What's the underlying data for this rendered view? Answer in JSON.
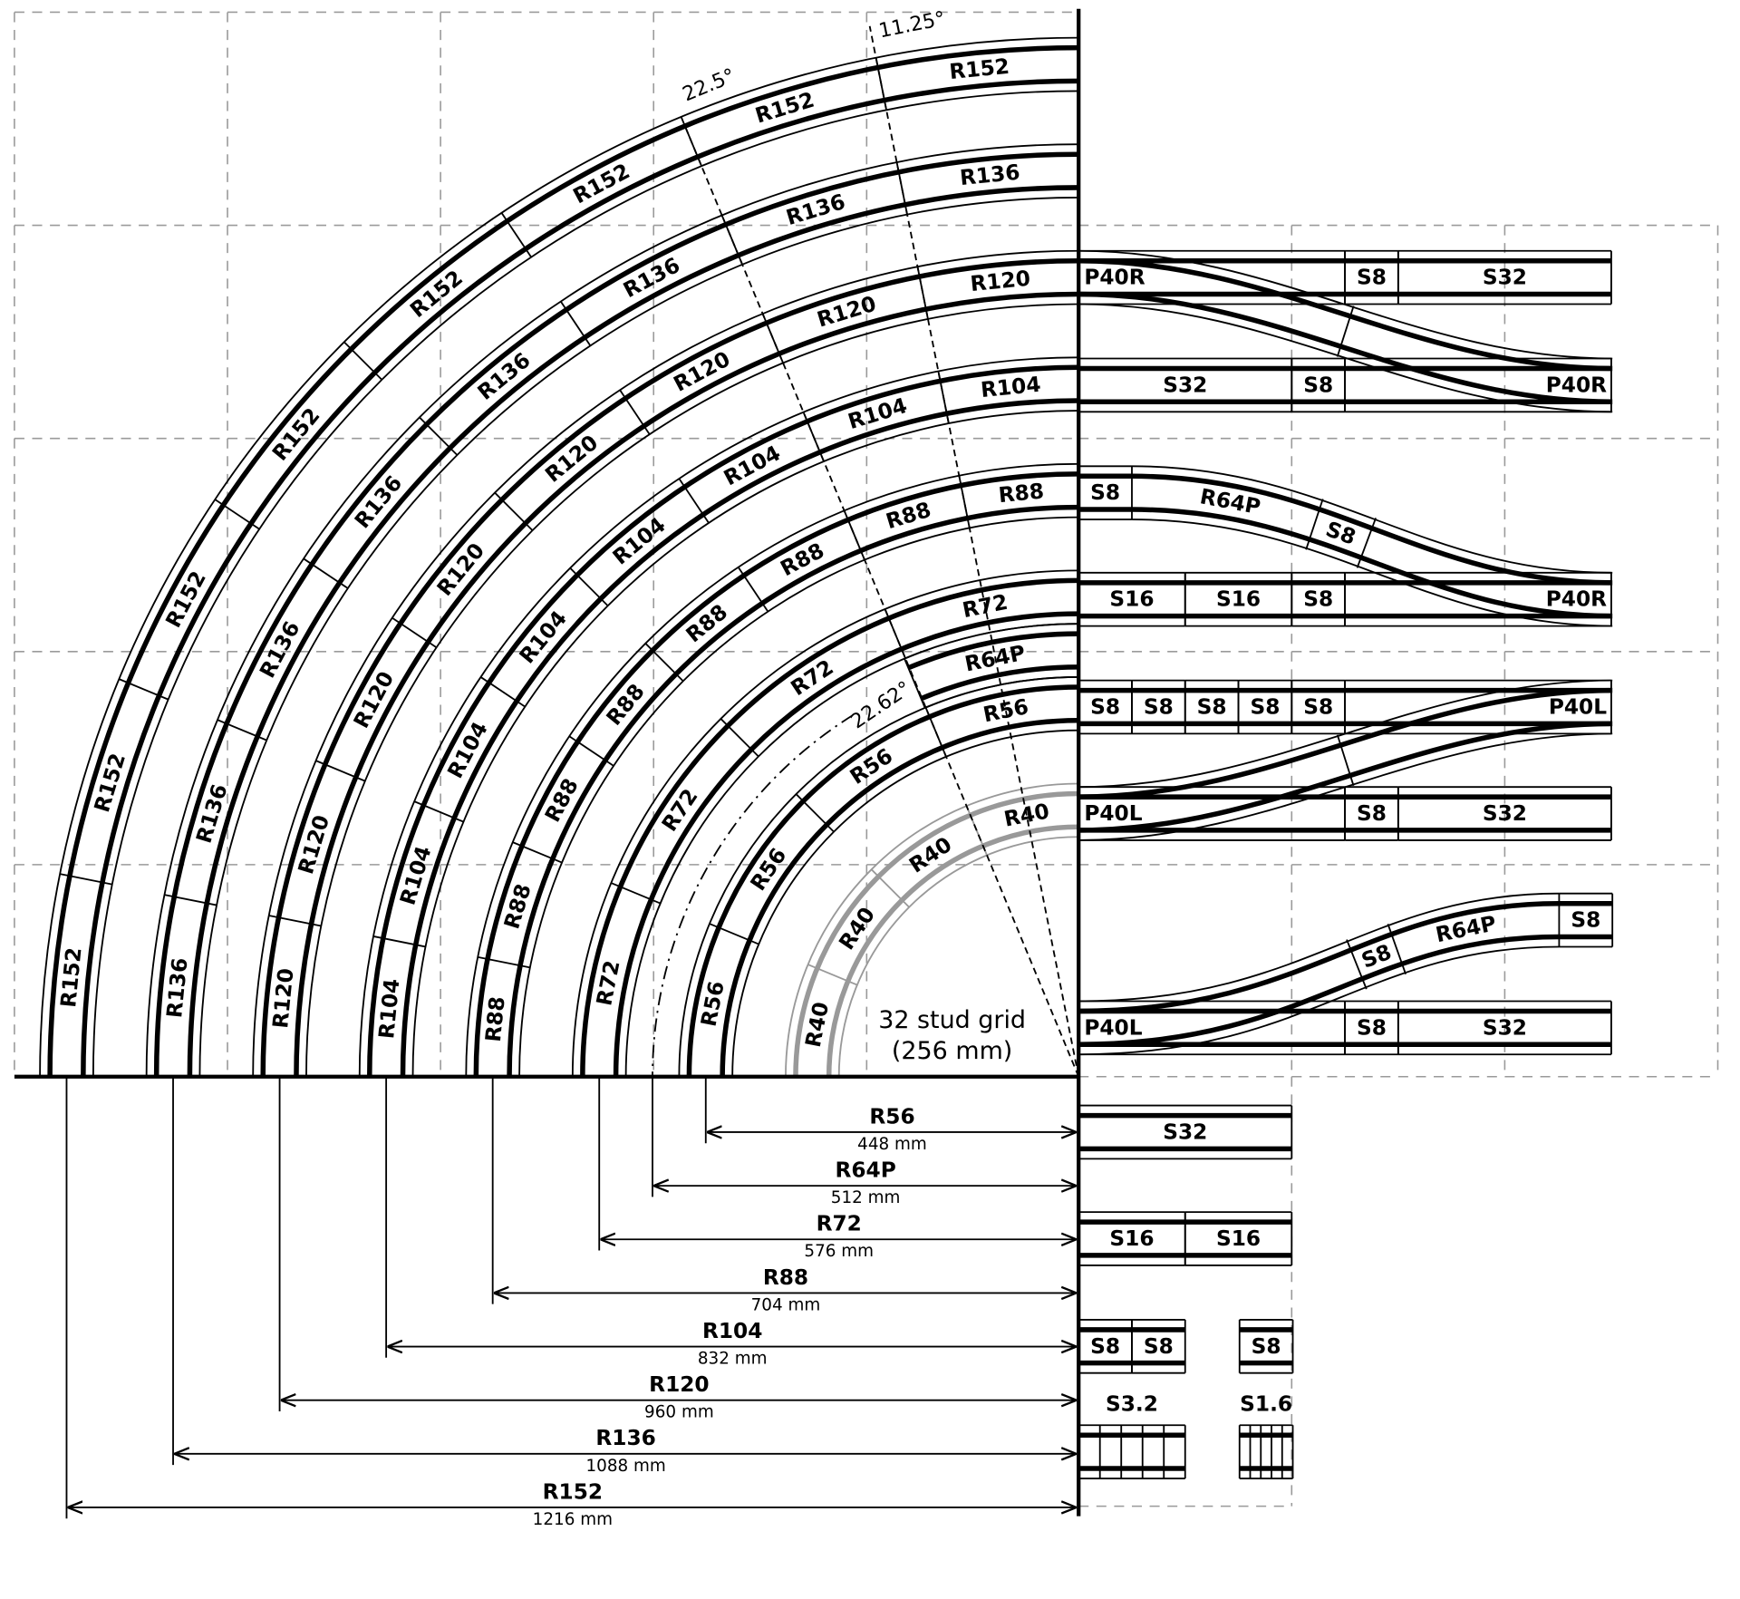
{
  "colors": {
    "ink": "#000000",
    "ghost": "#999999",
    "grid": "#9a9a9a"
  },
  "grid_note": {
    "line1": "32 stud grid",
    "line2": "(256 mm)"
  },
  "angles": {
    "a1": "11.25°",
    "a2": "22.5°",
    "a3": "22.62°"
  },
  "curves": [
    {
      "label": "R40",
      "radius_mm": 320,
      "pieces": 4,
      "span_deg": 90,
      "ghost": true
    },
    {
      "label": "R56",
      "radius_mm": 448,
      "pieces": 4,
      "span_deg": 90
    },
    {
      "label": "R64P",
      "radius_mm": 512,
      "pieces": 1,
      "span_deg": 22.62
    },
    {
      "label": "R72",
      "radius_mm": 576,
      "pieces": 4,
      "span_deg": 90
    },
    {
      "label": "R88",
      "radius_mm": 704,
      "pieces": 8,
      "span_deg": 90
    },
    {
      "label": "R104",
      "radius_mm": 832,
      "pieces": 8,
      "span_deg": 90
    },
    {
      "label": "R120",
      "radius_mm": 960,
      "pieces": 8,
      "span_deg": 90
    },
    {
      "label": "R136",
      "radius_mm": 1088,
      "pieces": 8,
      "span_deg": 90
    },
    {
      "label": "R152",
      "radius_mm": 1216,
      "pieces": 8,
      "span_deg": 90
    }
  ],
  "dimensions": [
    {
      "label": "R56",
      "value": "448 mm"
    },
    {
      "label": "R64P",
      "value": "512 mm"
    },
    {
      "label": "R72",
      "value": "576 mm"
    },
    {
      "label": "R88",
      "value": "704 mm"
    },
    {
      "label": "R104",
      "value": "832 mm"
    },
    {
      "label": "R120",
      "value": "960 mm"
    },
    {
      "label": "R136",
      "value": "1088 mm"
    },
    {
      "label": "R152",
      "value": "1216 mm"
    }
  ],
  "rows": [
    {
      "pieces": [
        "P40R",
        "S8",
        "S32"
      ]
    },
    {
      "pieces": [
        "S32",
        "S8",
        "P40R"
      ]
    },
    {
      "pieces": [
        "S8",
        "R64P",
        "S8"
      ]
    },
    {
      "pieces": [
        "S16",
        "S16",
        "S8",
        "P40R"
      ]
    },
    {
      "pieces": [
        "S8",
        "S8",
        "S8",
        "S8",
        "S8",
        "P40L"
      ]
    },
    {
      "pieces": [
        "P40L",
        "S8",
        "S32"
      ]
    },
    {
      "pieces": [
        "S8",
        "R64P",
        "S8"
      ]
    },
    {
      "pieces": [
        "P40L",
        "S8",
        "S32"
      ]
    }
  ],
  "loose": [
    {
      "pieces": [
        "S32"
      ]
    },
    {
      "pieces": [
        "S16",
        "S16"
      ]
    },
    {
      "pieces": [
        "S8",
        "S8"
      ]
    },
    {
      "pieces": [
        "S8"
      ]
    }
  ],
  "fine": [
    {
      "label": "S3.2",
      "sections": 5
    },
    {
      "label": "S1.6",
      "sections": 5
    }
  ]
}
